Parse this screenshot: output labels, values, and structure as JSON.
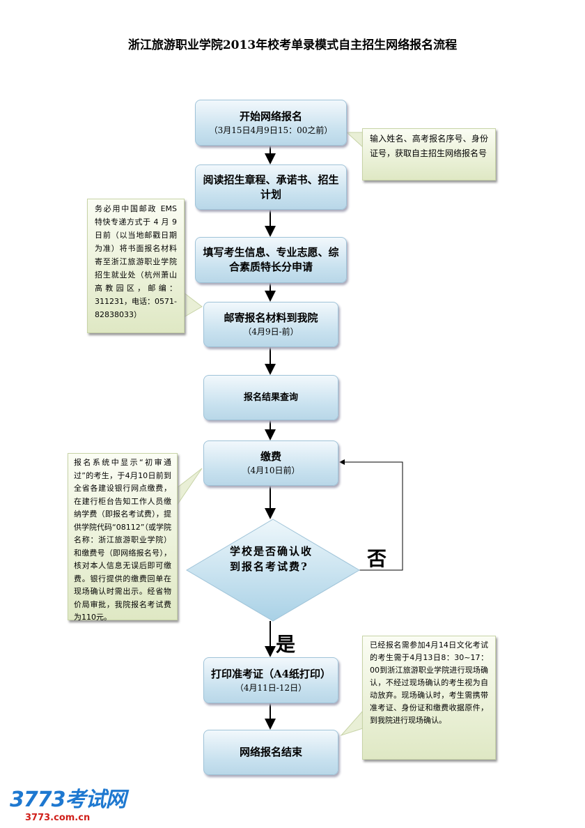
{
  "title": "浙江旅游职业学院2013年校考单录模式自主招生网络报名流程",
  "steps": [
    {
      "main": "开始网络报名",
      "sub": "（3月15日4月9日15：00之前）"
    },
    {
      "main": "阅读招生章程、承诺书、招生计划"
    },
    {
      "main": "填写考生信息、专业志愿、综合素质特长分申请"
    },
    {
      "main": "邮寄报名材料到我院",
      "sub": "（4月9日-前）"
    },
    {
      "main": "报名结果查询"
    },
    {
      "main": "缴费",
      "sub": "（4月10日前）"
    },
    {
      "main": "打印准考证（A4纸打印）",
      "sub": "（4月11日-12日）"
    },
    {
      "main": "网络报名结束"
    }
  ],
  "decision": "学校是否确认收到报名考试费?",
  "yes_label": "是",
  "no_label": "否",
  "notes": [
    "输入姓名、高考报名序号、身份证号，获取自主招生网络报名号",
    "务必用中国邮政 EMS 特快专递方式于 4 月 9 日前（以当地邮戳日期为准）将书面报名材料寄至浙江旅游职业学院招生就业处（杭州萧山高教园区，邮编：311231，电话：0571-82838033）",
    "报名系统中显示“初审通过”的考生，于4月10日前到全省各建设银行网点缴费，在建行柜台告知工作人员缴纳学费（即报名考试费），提供学院代码“08112”（或学院名称：浙江旅游职业学院）和缴费号（即网络报名号），核对本人信息无误后即可缴费。银行提供的缴费回单在现场确认时需出示。经省物价局审批，我院报名考试费为110元。",
    "已经报名需参加4月14日文化考试的考生需于4月13日8：30~17：00到浙江旅游职业学院进行现场确认，不经过现场确认的考生视为自动放弃。现场确认时，考生需携带准考证、身份证和缴费收据原件，到我院进行现场确认。"
  ],
  "logo": {
    "main": "3773考试网",
    "sub": "3773.com.cn"
  }
}
